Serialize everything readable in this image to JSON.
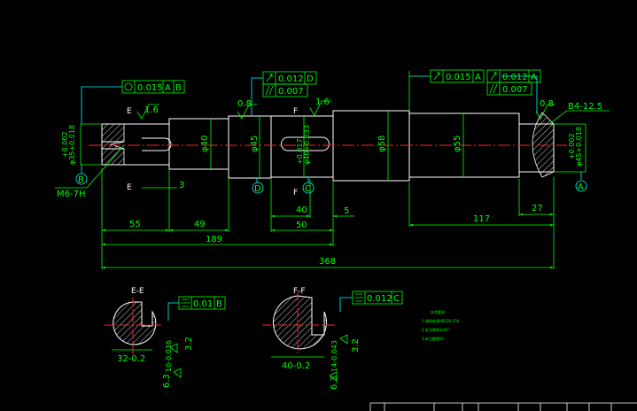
{
  "dimensions": {
    "d_55": "55",
    "d_49": "49",
    "d_189": "189",
    "d_368": "368",
    "d_40": "40",
    "d_50": "50",
    "d_5": "5",
    "d_117": "117",
    "d_27": "27",
    "d_3": "3",
    "dia_left": "φ35+0.018",
    "dia_left_b": "+0.002",
    "dia_40": "φ40",
    "dia_45": "φ45",
    "dia_mid": "φ40+0.033",
    "dia_mid_b": "+0.017",
    "dia_58": "φ58",
    "dia_55": "φ55",
    "dia_right": "φ45+0.018",
    "dia_right_b": "+0.002",
    "thread": "M6-7H",
    "chamfer": "B4-12.5"
  },
  "roughness": {
    "r1": "1.6",
    "r2": "0.8",
    "r3": "1.6",
    "r4": "0.8",
    "r5": "3.2",
    "r6": "6.3",
    "r7": "3.2",
    "r8": "6.3"
  },
  "datums": {
    "a": "A",
    "b": "B",
    "c": "C",
    "d": "D"
  },
  "section_marks": {
    "e_top": "E",
    "e_bot": "E",
    "f_top": "F",
    "f_bot": "F"
  },
  "tolerance_frames": {
    "fcf1": {
      "value": "0.015",
      "ref1": "A",
      "ref2": "B"
    },
    "fcf2": {
      "value": "0.012",
      "ref": "D"
    },
    "fcf3": {
      "value": "0.007"
    },
    "fcf4": {
      "value": "0.015",
      "ref": "A"
    },
    "fcf5": {
      "value": "0.012",
      "ref": "A"
    },
    "fcf6": {
      "value": "0.007"
    },
    "fcf7": {
      "value": "0.01",
      "ref": "B"
    },
    "fcf8": {
      "value": "0.012",
      "ref": "C"
    }
  },
  "sections": {
    "ee": {
      "title": "E-E",
      "width": "32-0.2",
      "depth": "10-0.036"
    },
    "ff": {
      "title": "F-F",
      "width": "40-0.2",
      "depth": "14-0.043"
    }
  },
  "notes": {
    "title": "技术要求",
    "line1": "1.调质处理HB220-250",
    "line2": "2.未注倒角1x45°",
    "line3": "3.未注圆角R1"
  },
  "colors": {
    "outline": "#ffffff",
    "dimension": "#00ff00",
    "leader": "#00ffff",
    "centerline": "#ff2222"
  }
}
